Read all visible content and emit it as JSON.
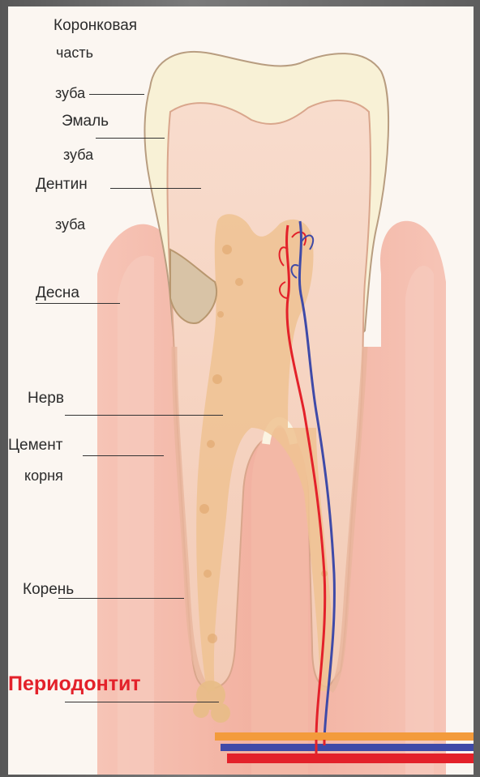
{
  "labels": {
    "crown": [
      "Коронковая",
      "часть",
      "зуба"
    ],
    "enamel": [
      "Эмаль",
      "зуба"
    ],
    "dentin": [
      "Дентин",
      "зуба"
    ],
    "gum": "Десна",
    "nerve": "Нерв",
    "cement": [
      "Цемент",
      "корня"
    ],
    "root": "Корень",
    "periodontitis": "Периодонтит"
  },
  "colors": {
    "gum": "#f3b2a2",
    "dentin": "#f6d4c3",
    "enamel": "#f8f2d8",
    "pulp": "#edbf8f",
    "artery": "#e3212a",
    "vein": "#3f4aa8",
    "highlight": "#e3212a"
  }
}
